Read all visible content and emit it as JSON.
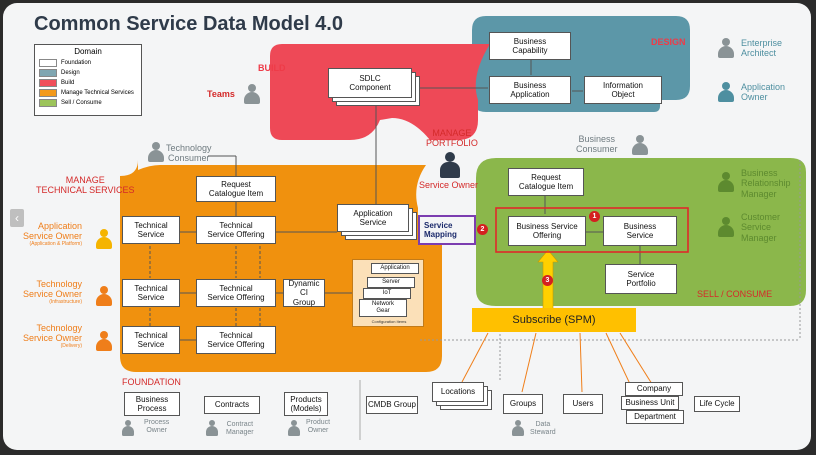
{
  "title": "Common Service Data Model 4.0",
  "legend": {
    "heading": "Domain",
    "items": [
      {
        "label": "Foundation",
        "color": "#ffffff"
      },
      {
        "label": "Design",
        "color": "#7fa6b1"
      },
      {
        "label": "Build",
        "color": "#f04f5b"
      },
      {
        "label": "Manage Technical Services",
        "color": "#f39a1c"
      },
      {
        "label": "Sell / Consume",
        "color": "#9cc45a"
      }
    ]
  },
  "colors": {
    "design": "#5c97a8",
    "build": "#ee4957",
    "manage": "#f0910e",
    "sell": "#8bb74b",
    "subscribe": "#ffc000",
    "highlight_red": "#e02a2a",
    "highlight_purple": "#7b3db0",
    "arrow_orange": "#f07f1a"
  },
  "domains": {
    "build": "BUILD",
    "design": "DESIGN",
    "manage_line1": "MANAGE",
    "manage_line2": "TECHNICAL SERVICES",
    "sell": "SELL / CONSUME",
    "foundation": "FOUNDATION",
    "portfolio_line1": "MANAGE",
    "portfolio_line2": "PORTFOLIO"
  },
  "roles": {
    "teams": "Teams",
    "enterprise_architect": [
      "Enterprise",
      "Architect"
    ],
    "application_owner": [
      "Application",
      "Owner"
    ],
    "business_relationship_manager": [
      "Business",
      "Relationship",
      "Manager"
    ],
    "customer_service_manager": [
      "Customer",
      "Service",
      "Manager"
    ],
    "technology_consumer": [
      "Technology",
      "Consumer"
    ],
    "business_consumer": [
      "Business",
      "Consumer"
    ],
    "service_owner": "Service Owner",
    "application_service_owner": [
      "Application",
      "Service Owner",
      "(Application & Platform)"
    ],
    "technology_service_owner_infra": [
      "Technology",
      "Service Owner",
      "(Infrastructure)"
    ],
    "technology_service_owner_delivery": [
      "Technology",
      "Service Owner",
      "(Delivery)"
    ],
    "process_owner": [
      "Process",
      "Owner"
    ],
    "contract_manager": [
      "Contract",
      "Manager"
    ],
    "product_owner": [
      "Product",
      "Owner"
    ],
    "data_steward": [
      "Data",
      "Steward"
    ]
  },
  "entities": {
    "sdlc": [
      "SDLC",
      "Component"
    ],
    "business_capability": [
      "Business",
      "Capability"
    ],
    "business_application": [
      "Business",
      "Application"
    ],
    "information_object": [
      "Information",
      "Object"
    ],
    "request_catalogue_item_tech": [
      "Request",
      "Catalogue Item"
    ],
    "request_catalogue_item_bus": [
      "Request",
      "Catalogue Item"
    ],
    "application_service": [
      "Application",
      "Service"
    ],
    "technical_service_1": [
      "Technical",
      "Service"
    ],
    "technical_service_offering_1": [
      "Technical",
      "Service Offering"
    ],
    "technical_service_2": [
      "Technical",
      "Service"
    ],
    "technical_service_offering_2": [
      "Technical",
      "Service Offering"
    ],
    "dynamic_ci_group": [
      "Dynamic CI",
      "Group"
    ],
    "technical_service_3": [
      "Technical",
      "Service"
    ],
    "technical_service_offering_3": [
      "Technical",
      "Service Offering"
    ],
    "config_items": [
      "Application",
      "Server",
      "IoT",
      "Network",
      "Gear"
    ],
    "config_items_caption": "Configuration Items",
    "service_mapping": [
      "Service",
      "Mapping"
    ],
    "business_service_offering": [
      "Business Service",
      "Offering"
    ],
    "business_service": [
      "Business",
      "Service"
    ],
    "service_portfolio": [
      "Service",
      "Portfolio"
    ],
    "subscribe": "Subscribe (SPM)",
    "business_process": [
      "Business",
      "Process"
    ],
    "contracts": "Contracts",
    "products": [
      "Products",
      "(Models)"
    ],
    "cmdb_group": "CMDB Group",
    "locations": "Locations",
    "groups": "Groups",
    "users": "Users",
    "company": "Company",
    "business_unit": "Business Unit",
    "department": "Department",
    "life_cycle": "Life Cycle"
  },
  "badges": [
    "1",
    "2",
    "3"
  ],
  "nav_left_icon": "chevron-left-icon"
}
